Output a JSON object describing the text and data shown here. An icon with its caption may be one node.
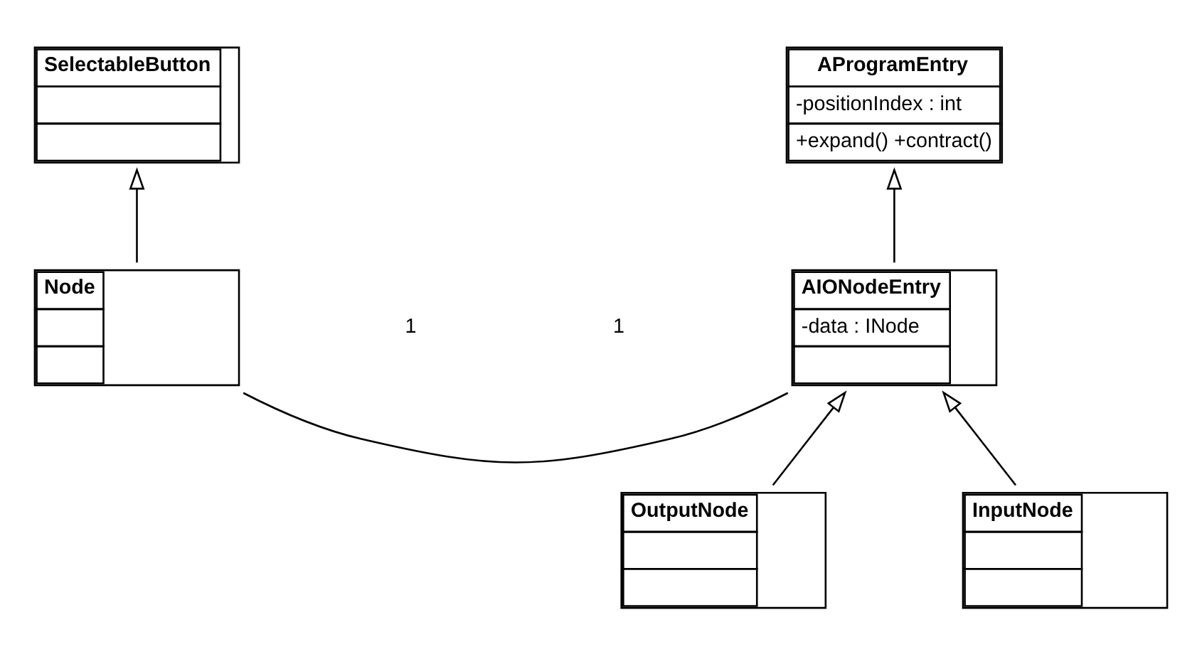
{
  "diagram": {
    "nodes": [
      {
        "text": [
          "SelectableButton"
        ]
      },
      {
        "text": [
          "AProgramEntry",
          "-positionIndex : int",
          "+expand() +contract()"
        ]
      },
      {
        "text": [
          "OutputNode"
        ]
      },
      {
        "text": [
          "Node"
        ]
      },
      {
        "text": [
          "AIONodeEntry",
          "-data : INode"
        ]
      },
      {
        "text": [
          "InputNode"
        ]
      }
    ],
    "edges": [
      {
        "from": 3,
        "to": 0,
        "arrow": "to"
      },
      {
        "from": 4,
        "to": 1,
        "arrow": "to"
      },
      {
        "from": 2,
        "to": 4,
        "arrow": "to"
      },
      {
        "from": 3,
        "to": 4,
        "arrow": "none"
      },
      {
        "from": 5,
        "to": 4,
        "arrow": "to"
      }
    ],
    "labels": [
      "1",
      "1"
    ]
  }
}
